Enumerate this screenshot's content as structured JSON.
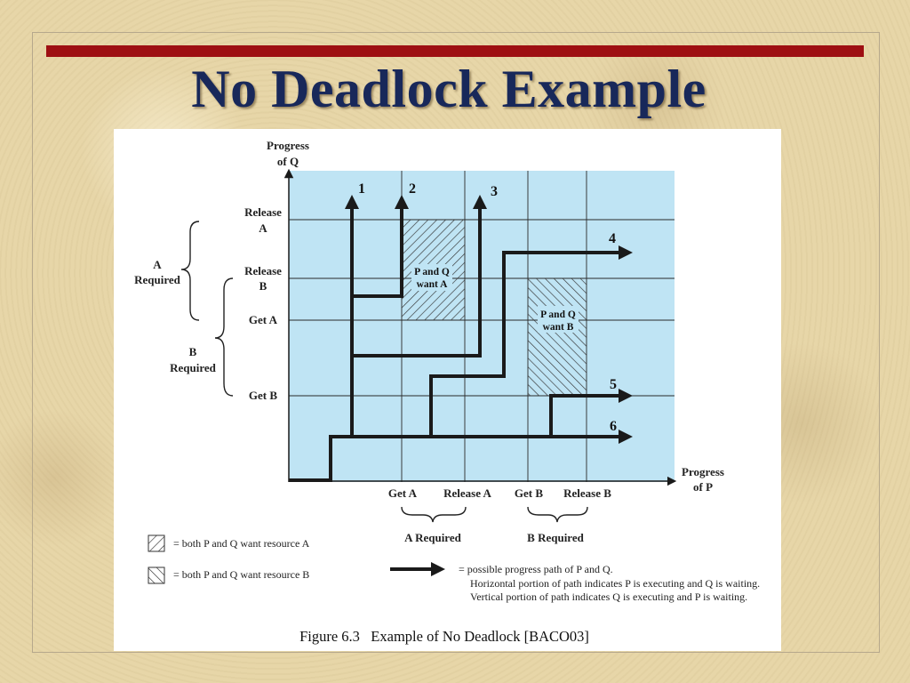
{
  "slide": {
    "title": "No Deadlock Example"
  },
  "figure": {
    "y_axis_label": [
      "Progress",
      "of Q"
    ],
    "x_axis_label": [
      "Progress",
      "of P"
    ],
    "y_ticks": [
      {
        "lines": [
          "Release",
          "A"
        ]
      },
      {
        "lines": [
          "Release",
          "B"
        ]
      },
      {
        "lines": [
          "Get A"
        ]
      },
      {
        "lines": [
          "Get B"
        ]
      }
    ],
    "x_ticks": [
      "Get A",
      "Release A",
      "Get B",
      "Release B"
    ],
    "left_braces": [
      {
        "lines": [
          "A",
          "Required"
        ]
      },
      {
        "lines": [
          "B",
          "Required"
        ]
      }
    ],
    "bottom_braces": [
      "A Required",
      "B Required"
    ],
    "regions": [
      {
        "lines": [
          "P and Q",
          "want A"
        ]
      },
      {
        "lines": [
          "P and Q",
          "want B"
        ]
      }
    ],
    "path_numbers": [
      "1",
      "2",
      "3",
      "4",
      "5",
      "6"
    ],
    "legend": {
      "hatch_a": "= both P and Q want resource A",
      "hatch_b": "= both P and Q want resource B",
      "arrow_lines": [
        "= possible progress path of P and Q.",
        "Horizontal portion of path indicates P is executing and Q is waiting.",
        "Vertical portion of path indicates Q is executing and P is waiting."
      ]
    },
    "caption": "Figure 6.3   Example of No Deadlock [BACO03]",
    "colors": {
      "plot_background": "#bfe4f4",
      "grid": "#2a2a2a",
      "path": "#1a1a1a"
    }
  }
}
